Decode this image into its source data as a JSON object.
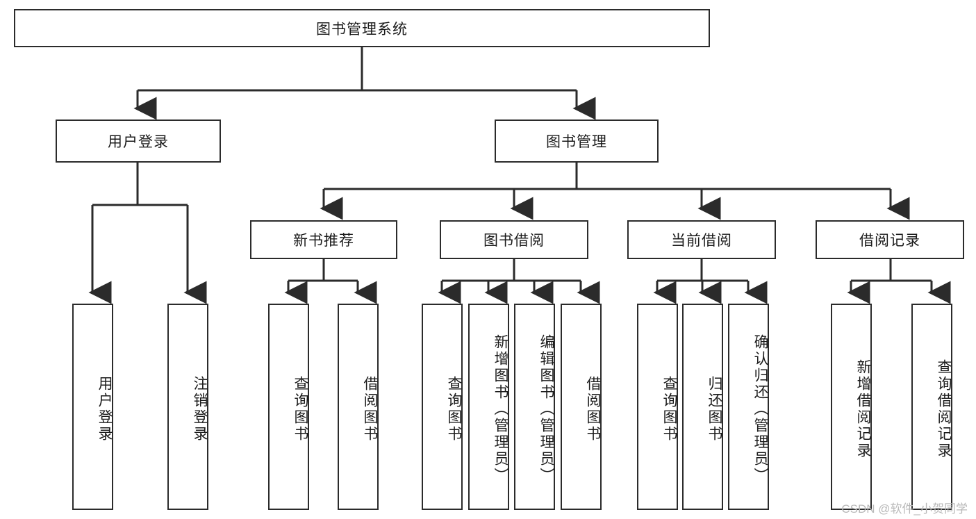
{
  "diagram": {
    "title": "图书管理系统",
    "watermark": "CSDN @软件_小贺同学",
    "colors": {
      "stroke": "#2b2b2b",
      "fill": "#ffffff",
      "text": "#1b1b1b",
      "watermark": "#b9b9b9"
    },
    "root": {
      "label": "图书管理系统"
    },
    "level1": [
      {
        "id": "user-login",
        "label": "用户登录"
      },
      {
        "id": "book-manage",
        "label": "图书管理"
      }
    ],
    "level2": [
      {
        "id": "new-book-recommend",
        "label": "新书推荐",
        "parent": "book-manage"
      },
      {
        "id": "book-borrow",
        "label": "图书借阅",
        "parent": "book-manage"
      },
      {
        "id": "current-borrow",
        "label": "当前借阅",
        "parent": "book-manage"
      },
      {
        "id": "borrow-record",
        "label": "借阅记录",
        "parent": "book-manage"
      }
    ],
    "leaves": [
      {
        "id": "leaf-user-login",
        "label": "用户登录",
        "parent": "user-login"
      },
      {
        "id": "leaf-logout",
        "label": "注销登录",
        "parent": "user-login"
      },
      {
        "id": "leaf-query-book-1",
        "label": "查询图书",
        "parent": "new-book-recommend"
      },
      {
        "id": "leaf-borrow-book-1",
        "label": "借阅图书",
        "parent": "new-book-recommend"
      },
      {
        "id": "leaf-query-book-2",
        "label": "查询图书",
        "parent": "book-borrow"
      },
      {
        "id": "leaf-add-book",
        "label": "新增图书（管理员）",
        "parent": "book-borrow"
      },
      {
        "id": "leaf-edit-book",
        "label": "编辑图书（管理员）",
        "parent": "book-borrow"
      },
      {
        "id": "leaf-borrow-book-2",
        "label": "借阅图书",
        "parent": "book-borrow"
      },
      {
        "id": "leaf-query-book-3",
        "label": "查询图书",
        "parent": "current-borrow"
      },
      {
        "id": "leaf-return-book",
        "label": "归还图书",
        "parent": "current-borrow"
      },
      {
        "id": "leaf-confirm-return",
        "label": "确认归还（管理员）",
        "parent": "current-borrow"
      },
      {
        "id": "leaf-add-record",
        "label": "新增借阅记录",
        "parent": "borrow-record"
      },
      {
        "id": "leaf-query-record",
        "label": "查询借阅记录",
        "parent": "borrow-record"
      }
    ]
  }
}
